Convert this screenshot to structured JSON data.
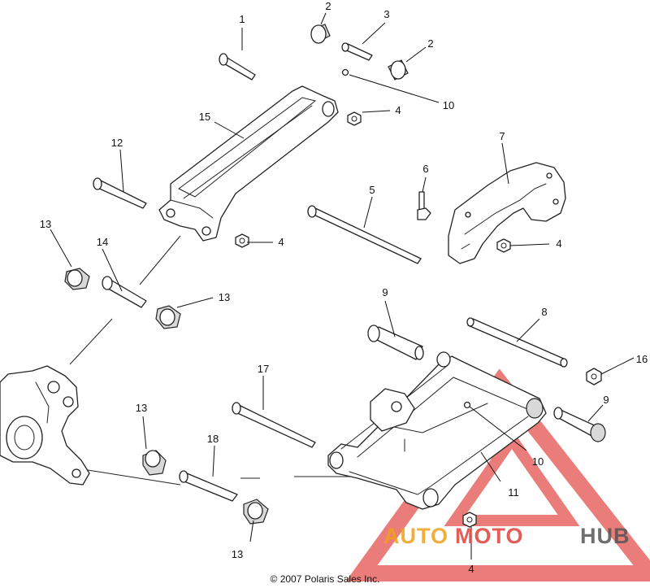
{
  "labels": [
    {
      "id": "part-1",
      "text": "1"
    },
    {
      "id": "part-2a",
      "text": "2"
    },
    {
      "id": "part-3",
      "text": "3"
    },
    {
      "id": "part-2b",
      "text": "2"
    },
    {
      "id": "part-10a",
      "text": "10"
    },
    {
      "id": "part-15",
      "text": "15"
    },
    {
      "id": "part-4a",
      "text": "4"
    },
    {
      "id": "part-12",
      "text": "12"
    },
    {
      "id": "part-7",
      "text": "7"
    },
    {
      "id": "part-6",
      "text": "6"
    },
    {
      "id": "part-5",
      "text": "5"
    },
    {
      "id": "part-13a",
      "text": "13"
    },
    {
      "id": "part-14",
      "text": "14"
    },
    {
      "id": "part-4b",
      "text": "4"
    },
    {
      "id": "part-4c",
      "text": "4"
    },
    {
      "id": "part-13b",
      "text": "13"
    },
    {
      "id": "part-9a",
      "text": "9"
    },
    {
      "id": "part-8",
      "text": "8"
    },
    {
      "id": "part-16",
      "text": "16"
    },
    {
      "id": "part-17",
      "text": "17"
    },
    {
      "id": "part-9b",
      "text": "9"
    },
    {
      "id": "part-13c",
      "text": "13"
    },
    {
      "id": "part-18",
      "text": "18"
    },
    {
      "id": "part-10b",
      "text": "10"
    },
    {
      "id": "part-11",
      "text": "11"
    },
    {
      "id": "part-13d",
      "text": "13"
    },
    {
      "id": "part-4d",
      "text": "4"
    }
  ],
  "copyright": "© 2007 Polaris Sales Inc.",
  "watermark": {
    "part1": "AUTO",
    "part2": "MOTO",
    "part3": "HUB",
    "colors": {
      "orange": "#f0a11a",
      "red": "#e0403a",
      "grey": "#555555"
    }
  }
}
